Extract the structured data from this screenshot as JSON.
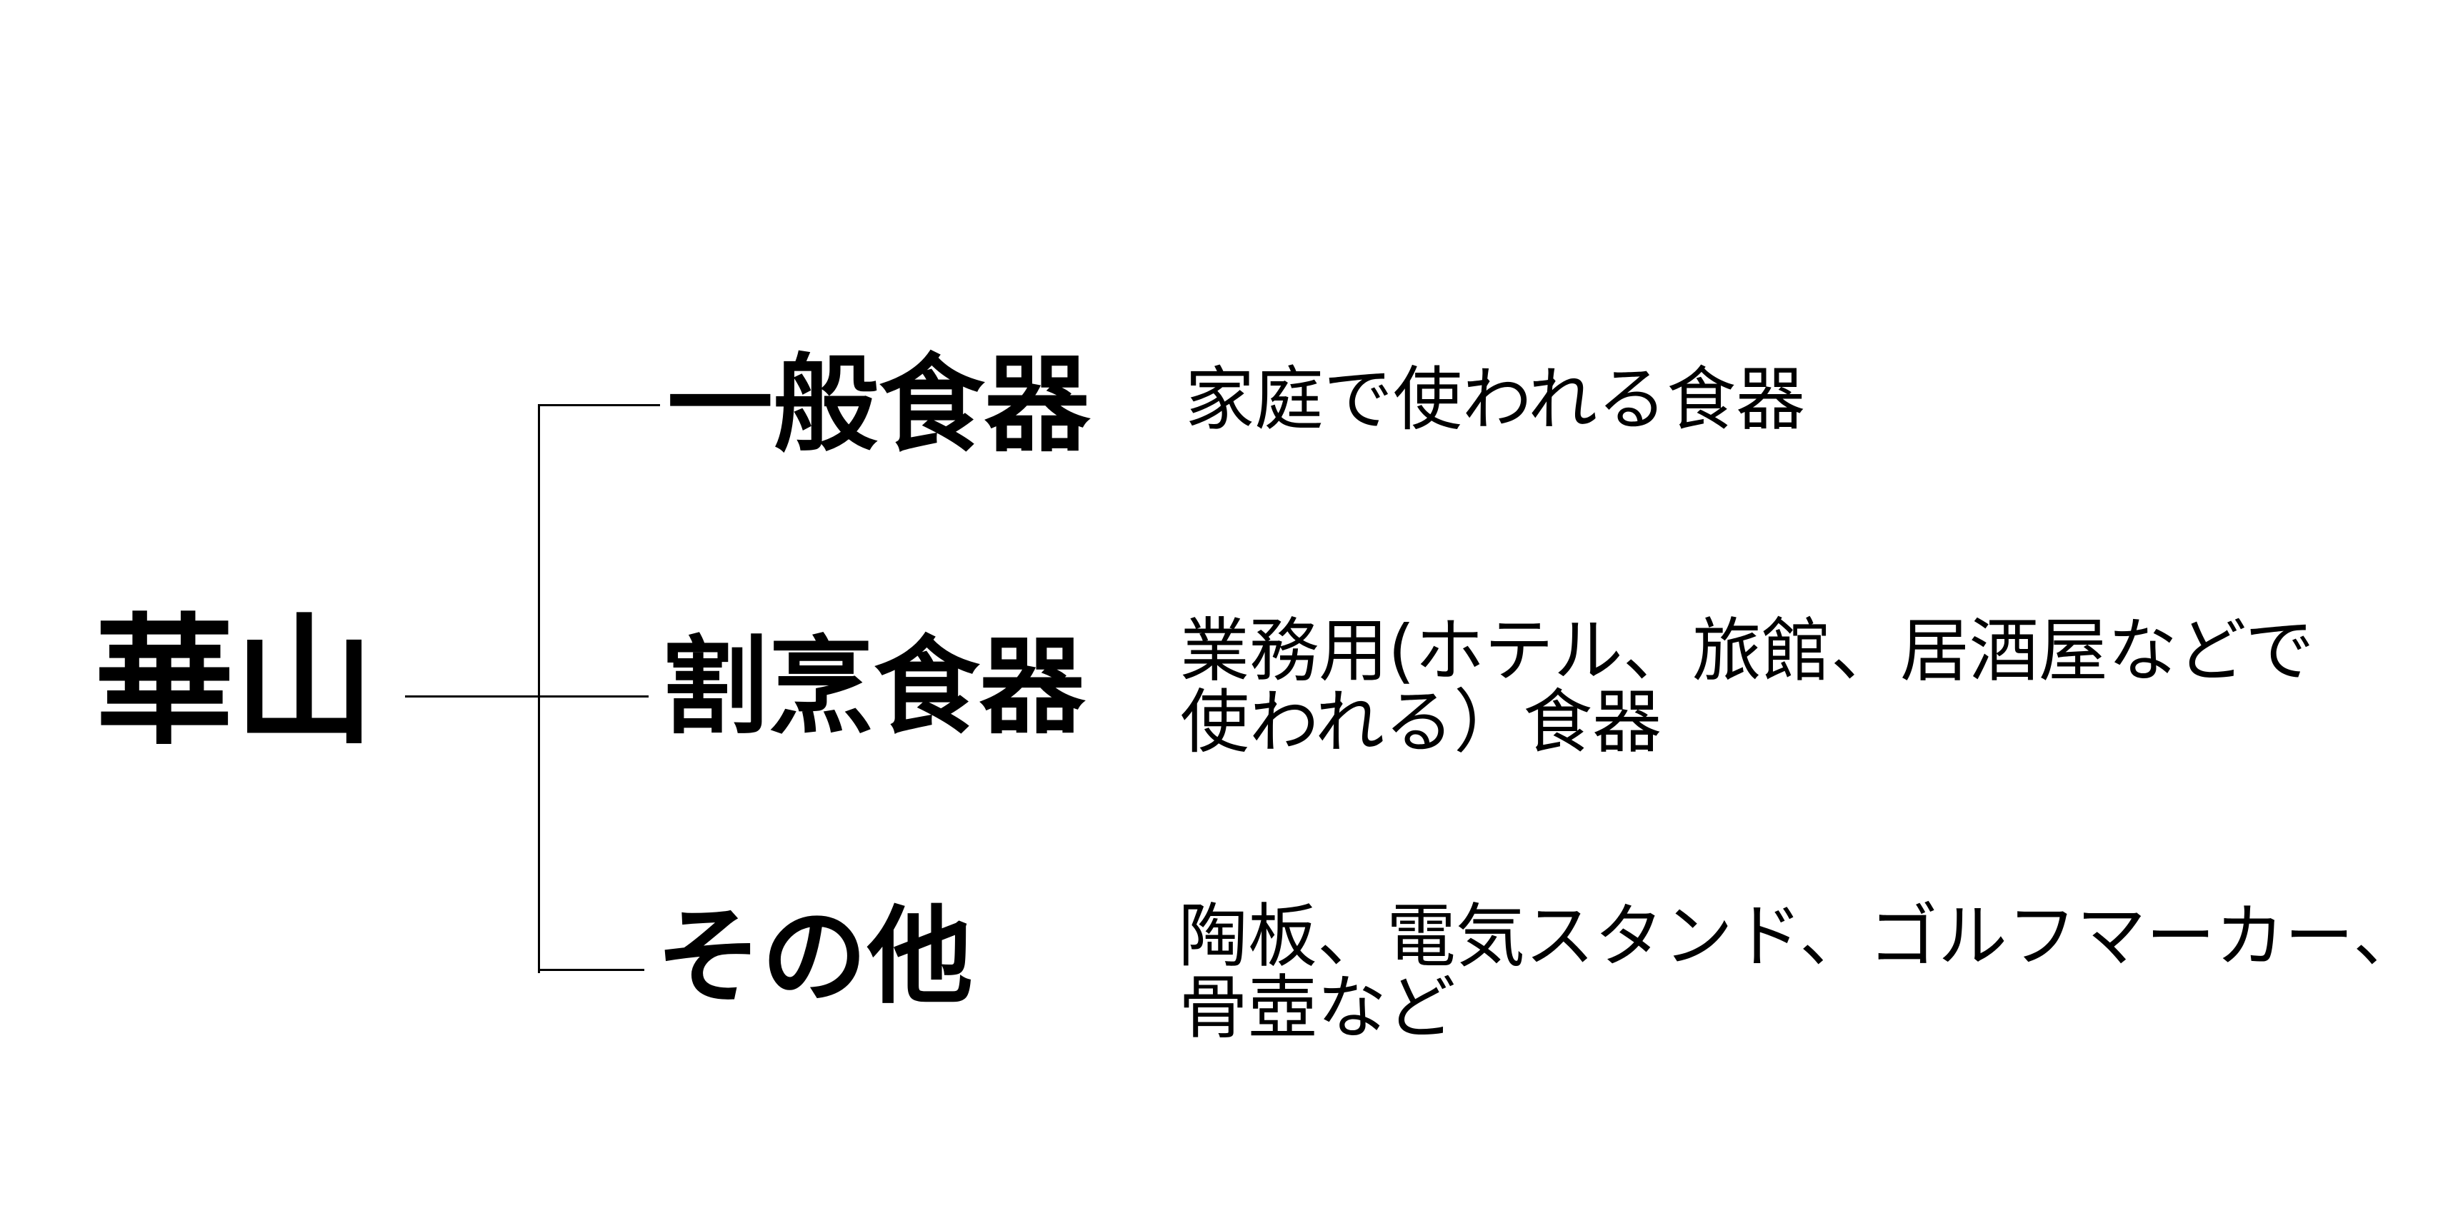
{
  "root": {
    "label": "華山"
  },
  "branches": [
    {
      "label": "一般食器",
      "description_lines": [
        "家庭で使われる食器"
      ]
    },
    {
      "label": "割烹食器",
      "description_lines": [
        "業務用(ホテル、旅館、居酒屋などで",
        "使われる）食器"
      ]
    },
    {
      "label": "その他",
      "description_lines": [
        "陶板、電気スタンド、ゴルフマーカー、",
        "骨壺など"
      ]
    }
  ]
}
